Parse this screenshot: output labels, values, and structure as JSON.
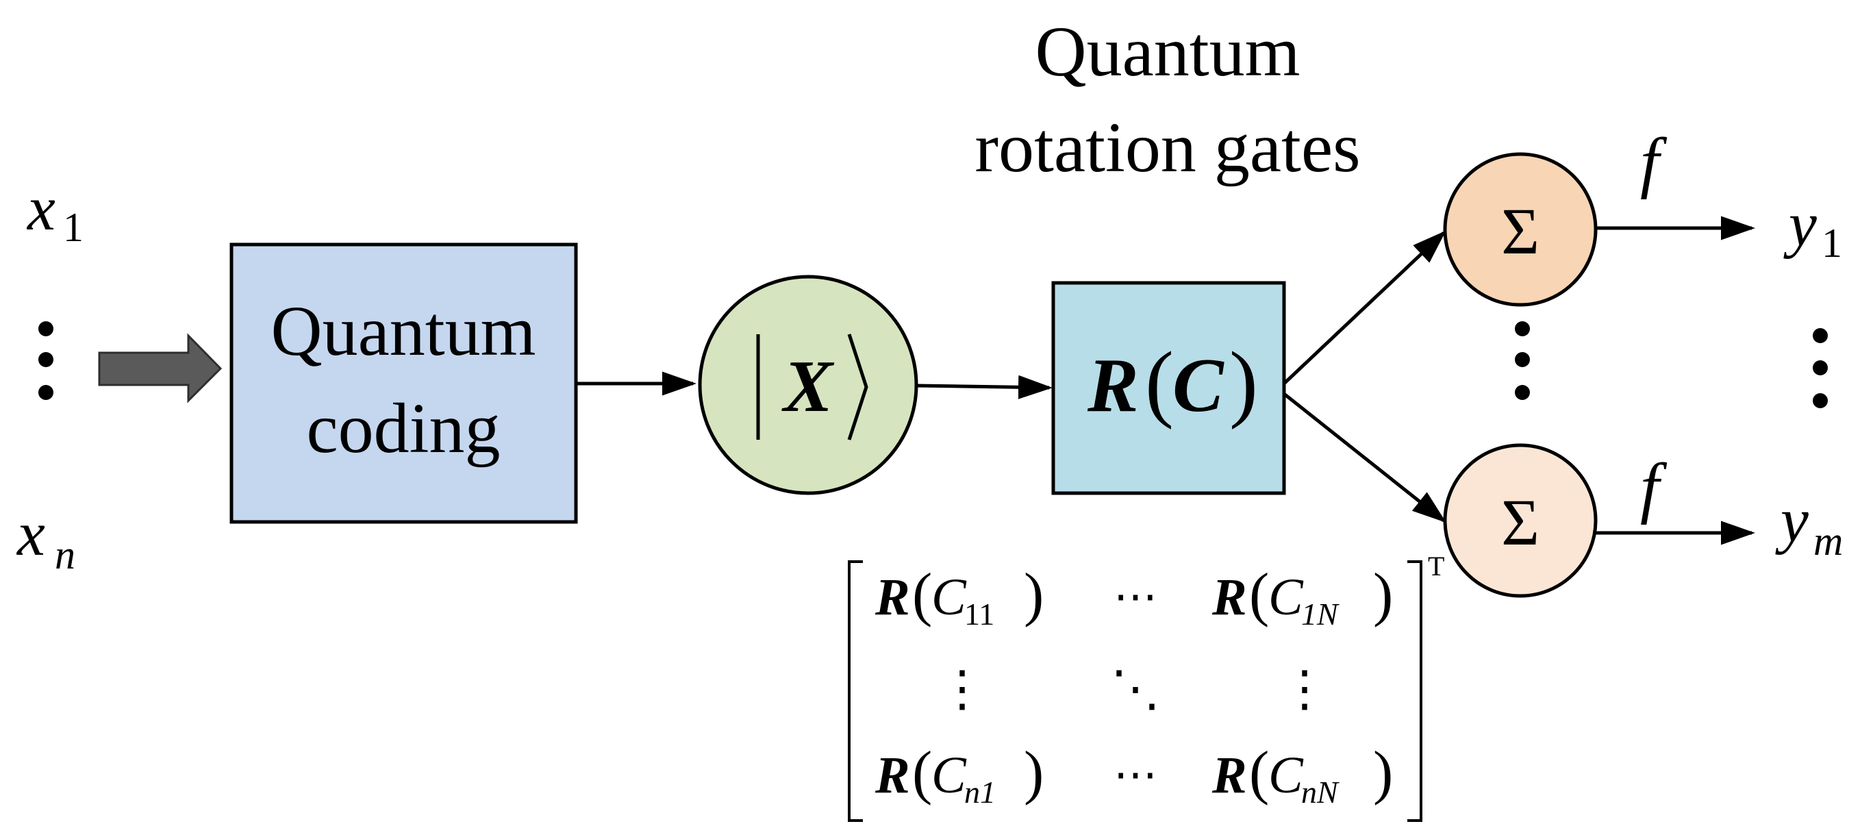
{
  "inputs": {
    "first": {
      "base": "x",
      "sub": "1"
    },
    "ellipsis": "⋮",
    "last": {
      "base": "x",
      "sub": "n"
    }
  },
  "coding_box": {
    "line1": "Quantum",
    "line2": "coding",
    "fill": "#c5d7ef"
  },
  "state_node": {
    "label": "X",
    "fill": "#d6e4bf"
  },
  "gate_box": {
    "title_line1": "Quantum",
    "title_line2": "rotation gates",
    "R": "R",
    "C": "C",
    "fill": "#b7dde8"
  },
  "matrix": {
    "R": "R",
    "C": "C",
    "e11_sub": "11",
    "e1N_sub": "1N",
    "en1_sub": "n1",
    "enN_sub": "nN",
    "hdots": "⋯",
    "vdots": "⋮",
    "ddots": "⋱",
    "transpose": "T"
  },
  "sum_nodes": {
    "symbol": "Σ",
    "top_fill": "#f8d5b5",
    "bottom_fill": "#fbe6d6"
  },
  "activation": "f",
  "outputs": {
    "first": {
      "base": "y",
      "sub": "1"
    },
    "ellipsis": "⋮",
    "last": {
      "base": "y",
      "sub": "m"
    }
  },
  "colors": {
    "stroke": "#000000",
    "input_arrow": "#5a5a5a"
  }
}
